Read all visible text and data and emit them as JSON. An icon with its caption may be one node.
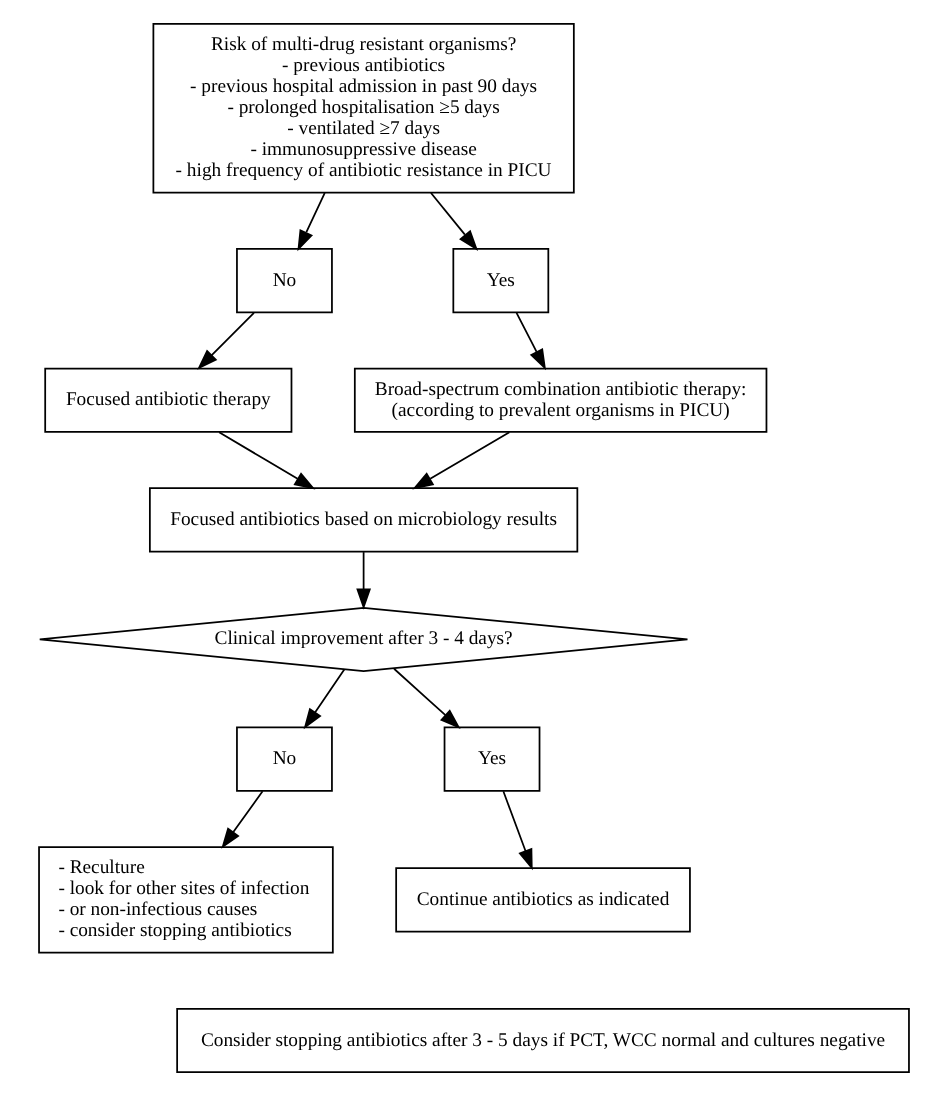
{
  "diagram": {
    "nodes": [
      {
        "text": [
          "Risk of multi-drug resistant organisms?",
          "- previous antibiotics",
          "- previous hospital admission in past 90 days",
          "- prolonged hospitalisation ≥5 days",
          "- ventilated ≥7 days",
          "- immunosuppressive disease",
          "- high frequency of antibiotic resistance in PICU"
        ]
      },
      {
        "text": [
          "No"
        ]
      },
      {
        "text": [
          "Yes"
        ]
      },
      {
        "text": [
          "Focused antibiotic therapy"
        ]
      },
      {
        "text": [
          "Broad-spectrum combination antibiotic therapy:",
          "(according to prevalent organisms in PICU)"
        ]
      },
      {
        "text": [
          "Focused antibiotics based on microbiology results"
        ]
      },
      {
        "text": [
          "Clinical improvement after 3 - 4 days?"
        ]
      },
      {
        "text": [
          "No"
        ]
      },
      {
        "text": [
          "Yes"
        ]
      },
      {
        "text": [
          "- Reculture",
          "- look for other sites of infection",
          "- or non-infectious causes",
          "- consider stopping antibiotics"
        ]
      },
      {
        "text": [
          "Continue antibiotics as indicated"
        ]
      },
      {
        "text": [
          "Consider stopping antibiotics after 3 - 5 days if PCT, WCC normal and cultures negative"
        ]
      }
    ],
    "edges": [
      {
        "from": 0,
        "to": 1,
        "arrow": "to"
      },
      {
        "from": 0,
        "to": 2,
        "arrow": "to"
      },
      {
        "from": 1,
        "to": 3,
        "arrow": "to"
      },
      {
        "from": 2,
        "to": 4,
        "arrow": "to"
      },
      {
        "from": 3,
        "to": 5,
        "arrow": "to"
      },
      {
        "from": 4,
        "to": 5,
        "arrow": "to"
      },
      {
        "from": 5,
        "to": 6,
        "arrow": "to"
      },
      {
        "from": 6,
        "to": 7,
        "arrow": "to"
      },
      {
        "from": 6,
        "to": 8,
        "arrow": "to"
      },
      {
        "from": 7,
        "to": 9,
        "arrow": "to"
      },
      {
        "from": 8,
        "to": 10,
        "arrow": "to"
      }
    ]
  }
}
